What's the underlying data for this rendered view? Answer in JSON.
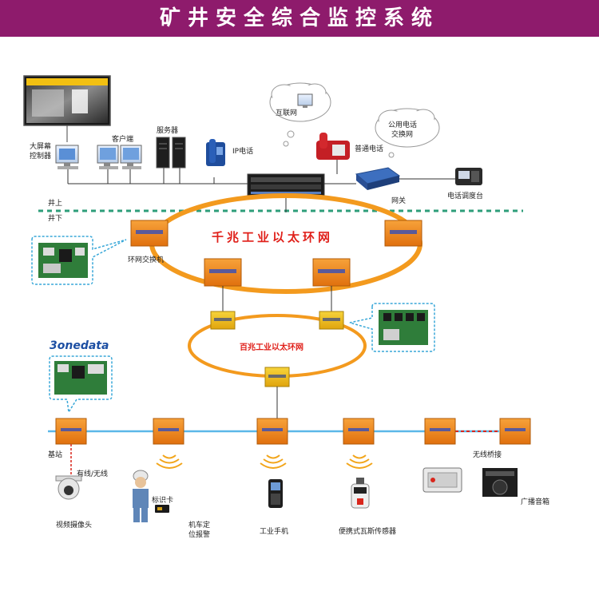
{
  "title": "矿井安全综合监控系统",
  "colors": {
    "title_bg": "#8e1b6c",
    "title_text": "#ffffff",
    "gigabit_ring": "#f39a1e",
    "megabit_ring": "#f39a1e",
    "bus_line": "#5bb8e8",
    "dashed_divider": "#2e9e7a",
    "switch_box": "#f08a1a",
    "small_switch_box": "#f2c012",
    "ring_label": "#e0201a",
    "brand": "#1d4fa3",
    "wireless_bridge": "#d9261c"
  },
  "surface": {
    "label_above": "井上",
    "label_below": "井下",
    "big_screen_label_1": "大屏幕",
    "big_screen_label_2": "控制器",
    "client_label": "客户端",
    "server_label": "服务器",
    "ip_phone_label": "IP电话",
    "internet_label": "互联网",
    "normal_phone_label": "普通电话",
    "public_network_label_1": "公用电话",
    "public_network_label_2": "交换网",
    "gateway_label": "网关",
    "dispatch_label": "电话调度台"
  },
  "underground": {
    "gigabit_ring_label": "千兆工业以太环网",
    "ring_switch_label": "环网交换机",
    "megabit_ring_label": "百兆工业以太环网",
    "brand": "3onedata",
    "base_station_label": "基站",
    "wired_wireless_label": "有线/无线",
    "camera_label": "视频摄像头",
    "id_card_label": "标识卡",
    "locomotive_label_1": "机车定",
    "locomotive_label_2": "位报警",
    "handset_label": "工业手机",
    "gas_sensor_label": "便携式瓦斯传感器",
    "wireless_bridge_label": "无线桥接",
    "broadcast_label": "广播音箱"
  }
}
